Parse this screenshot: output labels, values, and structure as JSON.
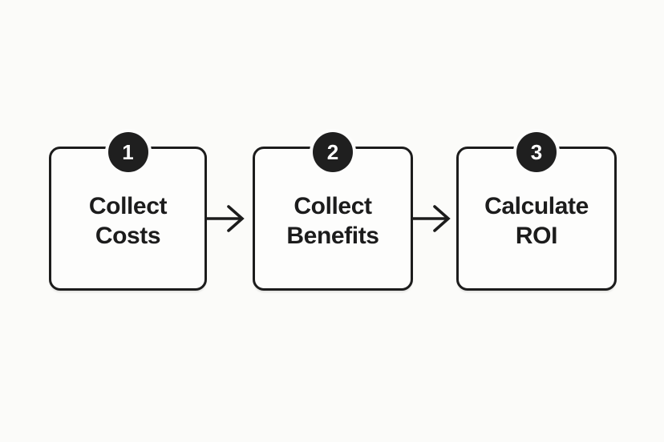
{
  "diagram": {
    "type": "flowchart",
    "direction": "left-to-right",
    "steps": [
      {
        "number": "1",
        "label": "Collect Costs",
        "lines": [
          "Collect",
          "Costs"
        ]
      },
      {
        "number": "2",
        "label": "Collect Benefits",
        "lines": [
          "Collect",
          "Benefits"
        ]
      },
      {
        "number": "3",
        "label": "Calculate ROI",
        "lines": [
          "Calculate",
          "ROI"
        ]
      }
    ],
    "connectors": [
      {
        "from": "Collect Costs",
        "to": "Collect Benefits",
        "style": "arrow-right"
      },
      {
        "from": "Collect Benefits",
        "to": "Calculate ROI",
        "style": "arrow-right"
      }
    ],
    "colors": {
      "ink": "#1c1c1c",
      "background": "#fbfbf9",
      "box_fill": "#fdfdfc",
      "badge_fill": "#1f1f1f",
      "badge_text": "#ffffff"
    }
  }
}
